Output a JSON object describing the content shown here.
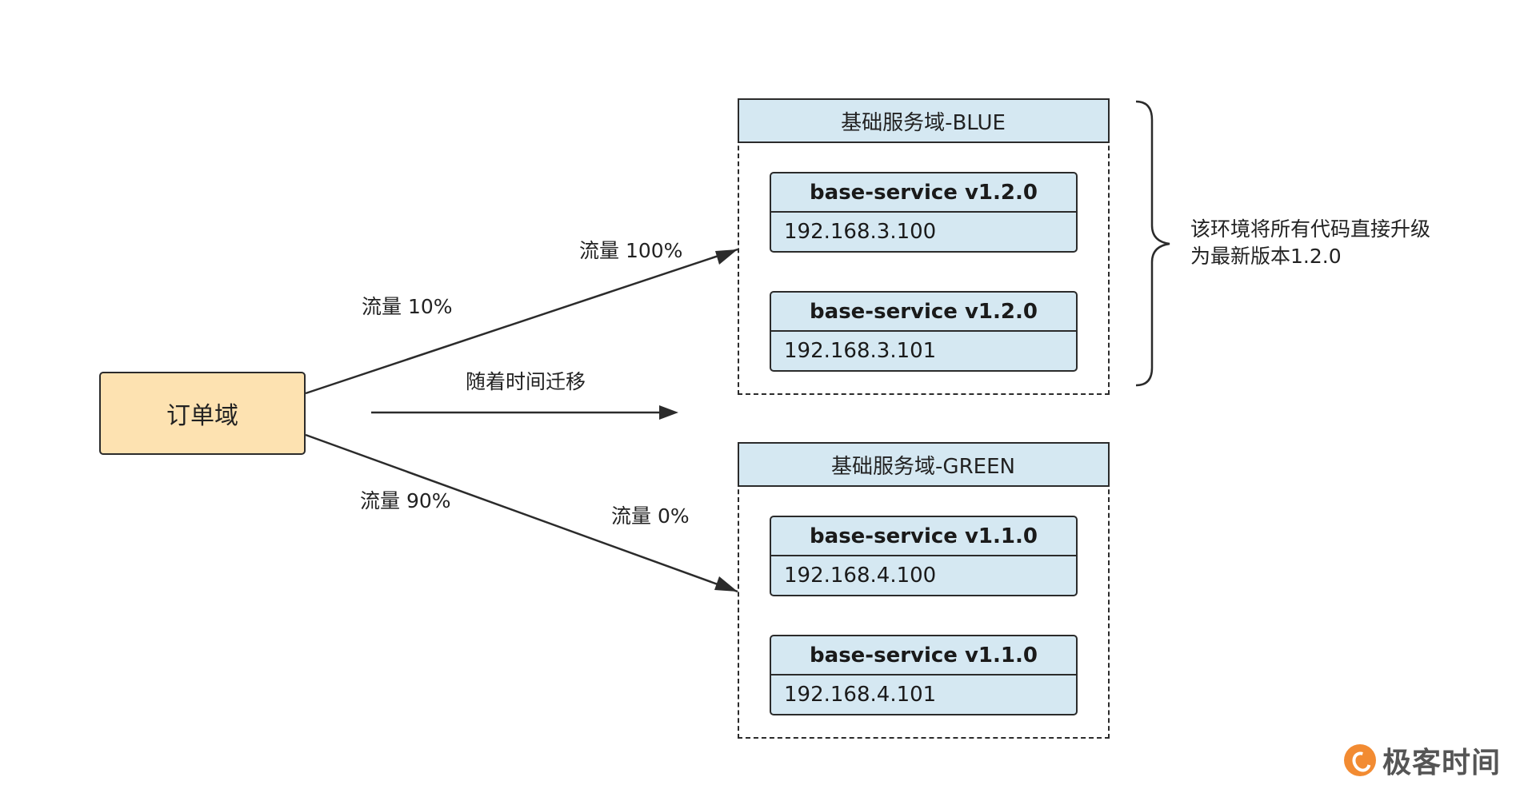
{
  "order_domain": {
    "label": "订单域"
  },
  "blue_domain": {
    "title": "基础服务域-BLUE",
    "services": [
      {
        "name": "base-service v1.2.0",
        "ip": "192.168.3.100"
      },
      {
        "name": "base-service v1.2.0",
        "ip": "192.168.3.101"
      }
    ]
  },
  "green_domain": {
    "title": "基础服务域-GREEN",
    "services": [
      {
        "name": "base-service v1.1.0",
        "ip": "192.168.4.100"
      },
      {
        "name": "base-service v1.1.0",
        "ip": "192.168.4.101"
      }
    ]
  },
  "flow_labels": {
    "blue_before": "流量 10%",
    "blue_after": "流量 100%",
    "green_before": "流量 90%",
    "green_after": "流量 0%",
    "time": "随着时间迁移"
  },
  "note": {
    "line1": "该环境将所有代码直接升级",
    "line2": "为最新版本1.2.0"
  },
  "brand": {
    "name": "极客时间"
  }
}
